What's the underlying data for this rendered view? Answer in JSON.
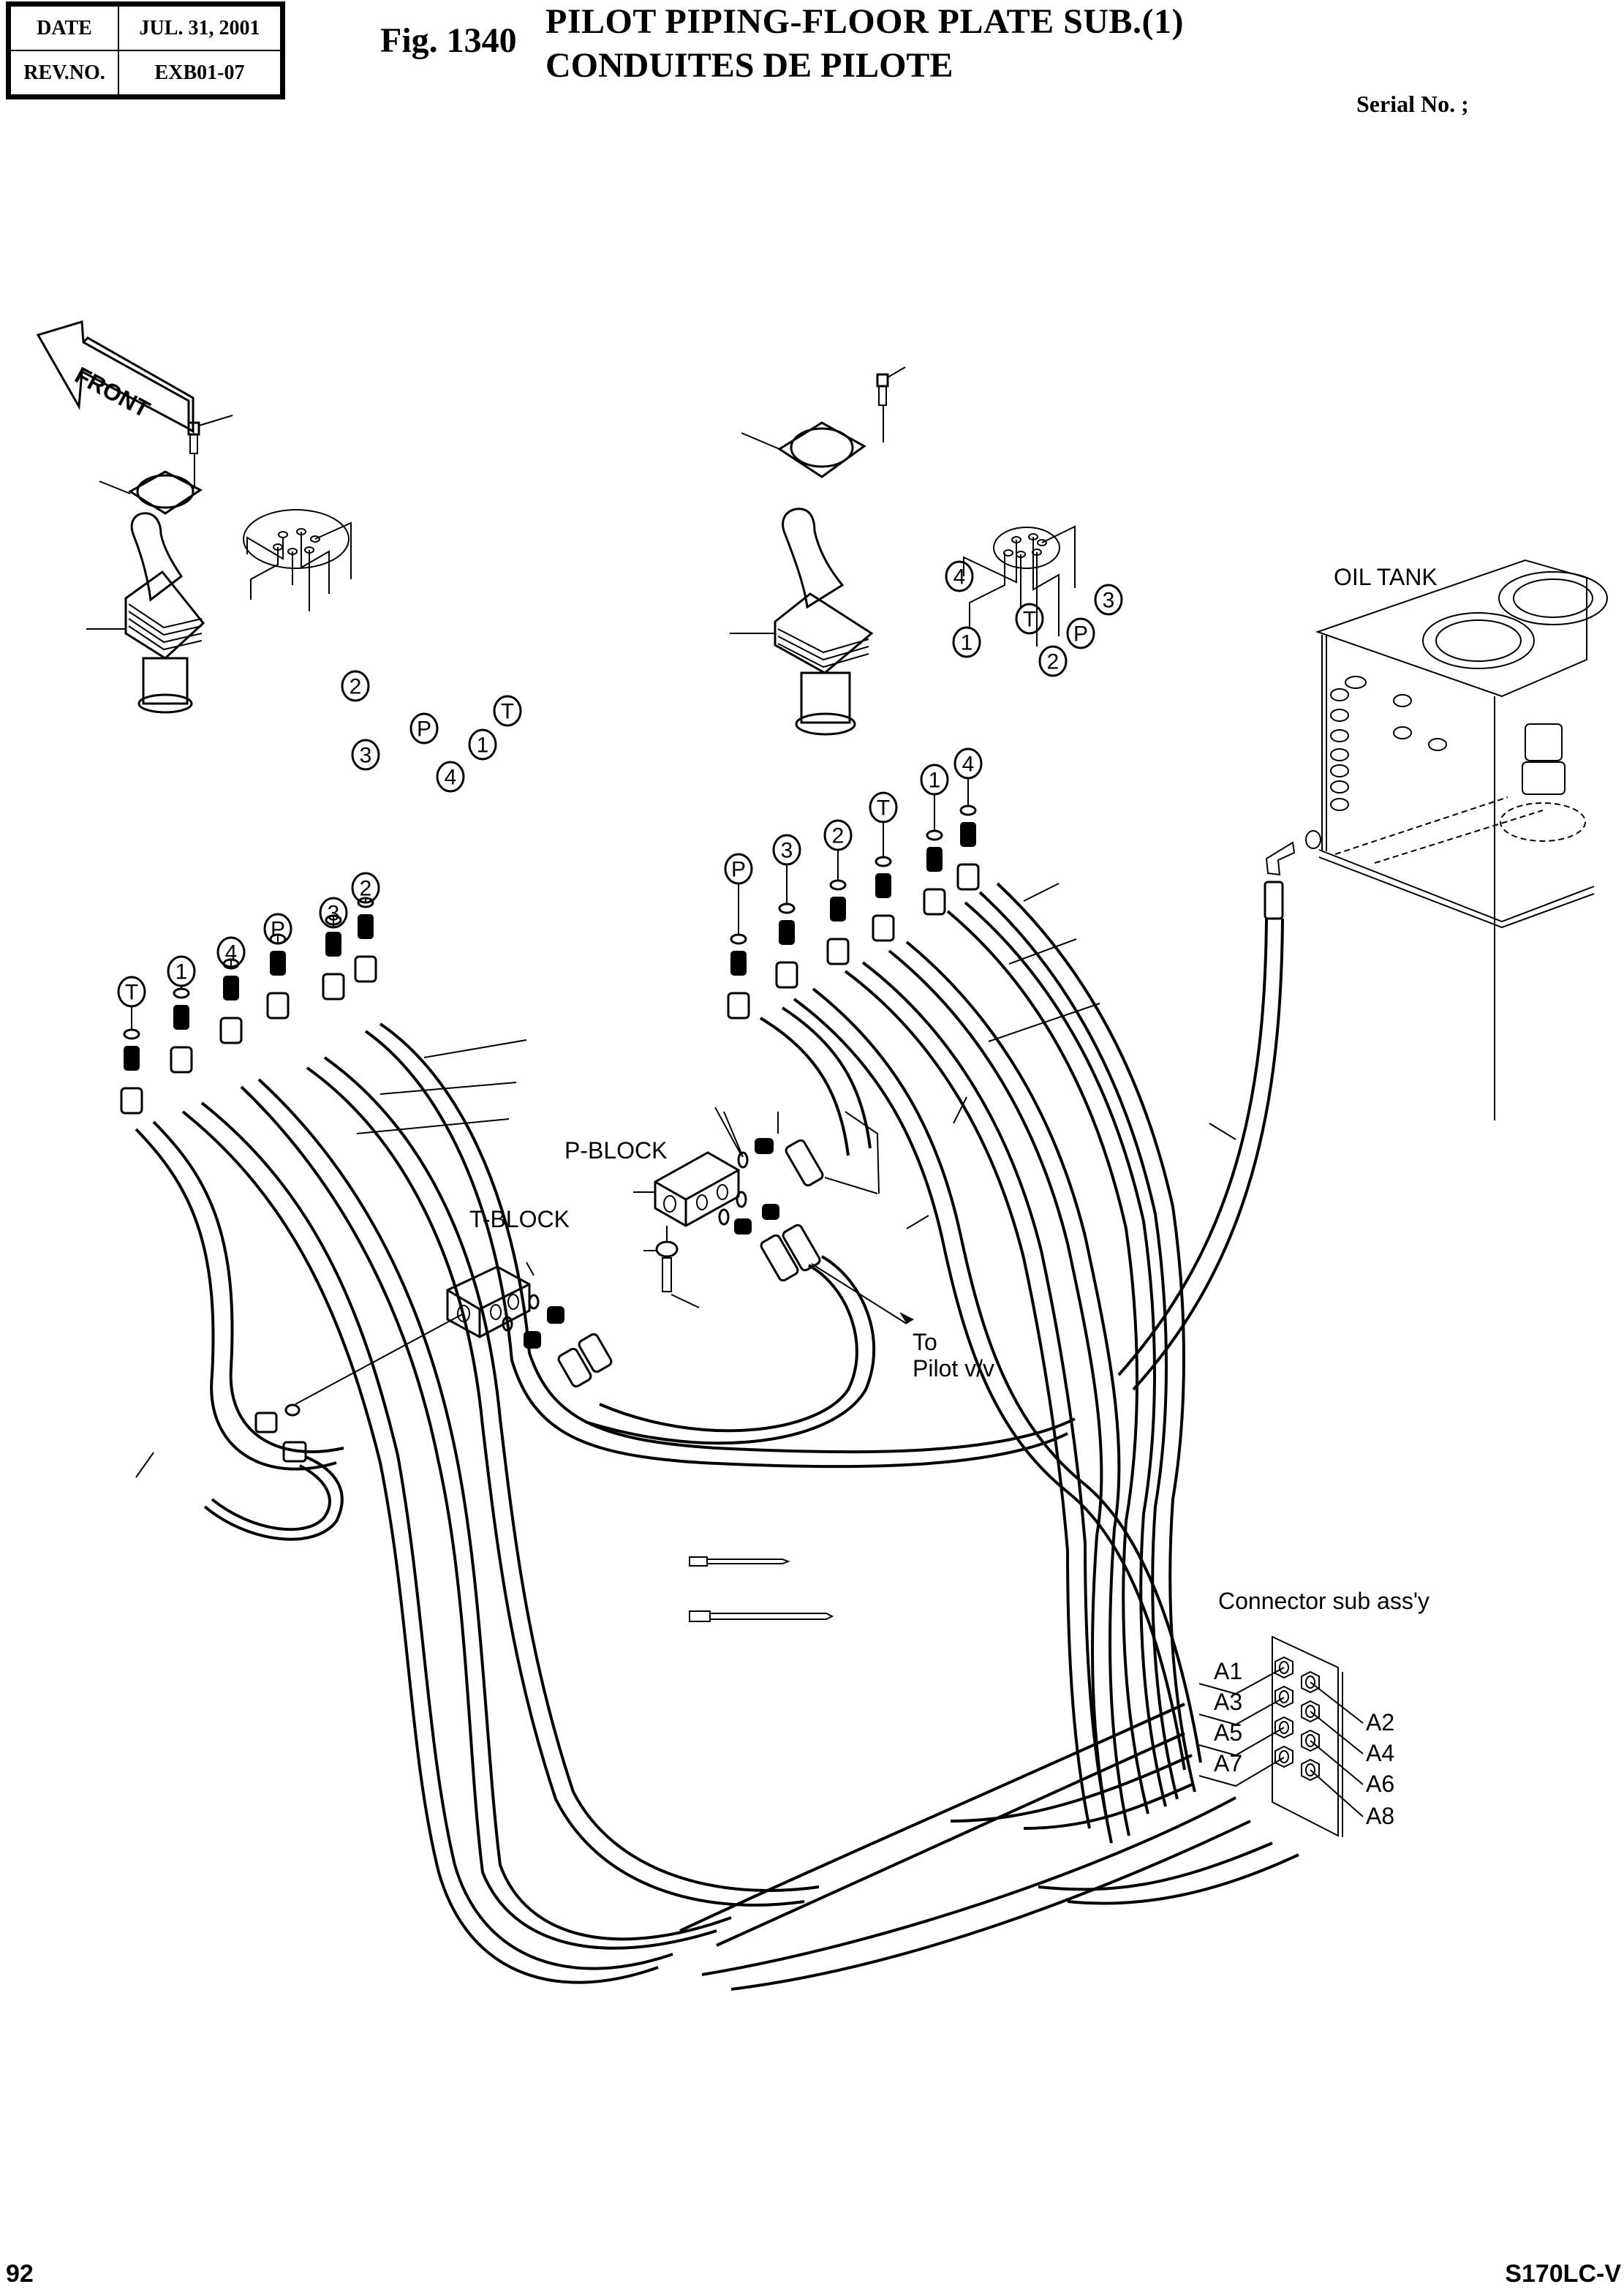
{
  "header": {
    "date_label": "DATE",
    "date_value": "JUL. 31, 2001",
    "rev_label": "REV.NO.",
    "rev_value": "EXB01-07",
    "figure_number": "Fig. 1340",
    "title_en": "PILOT PIPING-FLOOR PLATE SUB.(1)",
    "title_fr": "CONDUITES DE PILOTE",
    "serial_label": "Serial No. ;"
  },
  "footer": {
    "page_number": "92",
    "model": "S170LC-V"
  },
  "diagram": {
    "front_arrow": "FRONT",
    "oil_tank_label": "OIL TANK",
    "p_block_label": "P-BLOCK",
    "t_block_label": "T-BLOCK",
    "to_pilot_label_1": "To",
    "to_pilot_label_2": "Pilot v/v",
    "connector_label": "Connector sub ass'y",
    "left_valve_ports": [
      "2",
      "3",
      "P",
      "4",
      "1",
      "T"
    ],
    "right_valve_ports": [
      "4",
      "1",
      "T",
      "2",
      "P",
      "3"
    ],
    "left_fittings": [
      "T",
      "1",
      "4",
      "P",
      "3",
      "2"
    ],
    "right_fittings": [
      "P",
      "3",
      "2",
      "T",
      "1",
      "4"
    ],
    "connector_ports_left": [
      "A1",
      "A3",
      "A5",
      "A7"
    ],
    "connector_ports_right": [
      "A2",
      "A4",
      "A6",
      "A8"
    ]
  }
}
